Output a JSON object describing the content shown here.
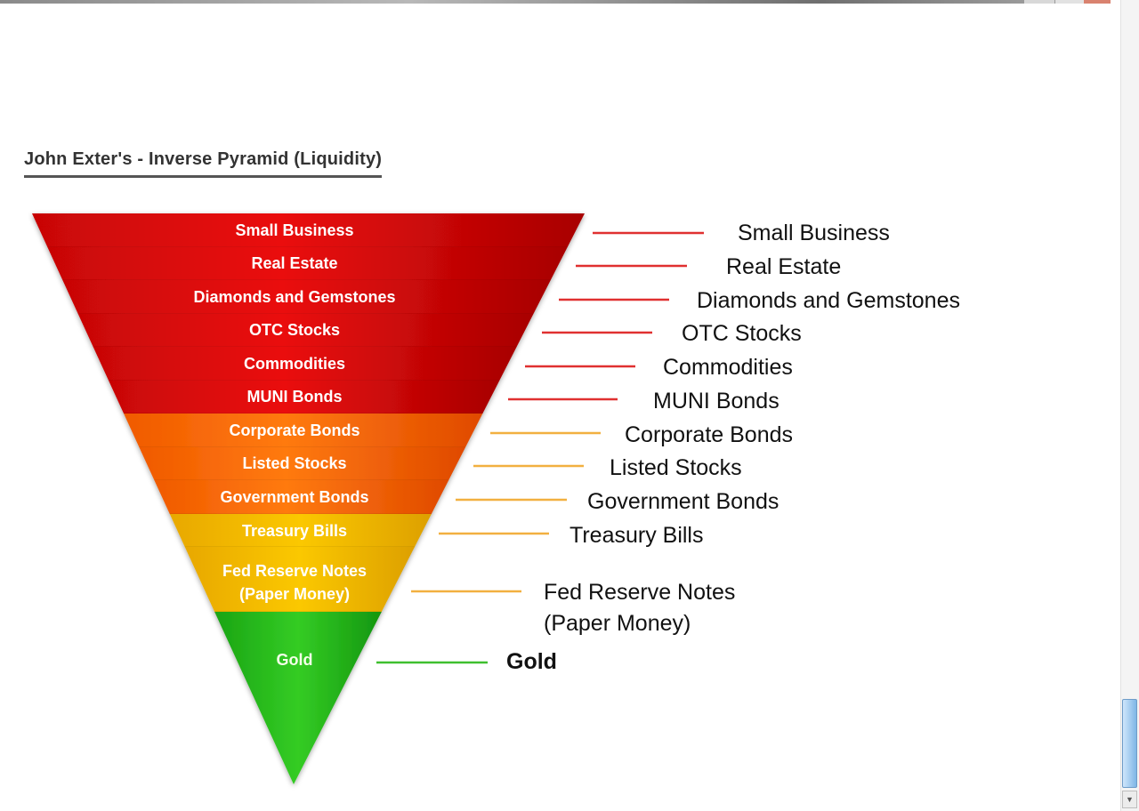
{
  "title": "John Exter's - Inverse Pyramid (Liquidity)",
  "colors": {
    "red_band": "#d40808",
    "orange_band": "#ff6a00",
    "yellow_band": "#f0b800",
    "green_band": "#22b41a",
    "red_line": "#e03030",
    "orange_line": "#f2b040",
    "green_line": "#3fbf2f"
  },
  "layers": [
    {
      "label": "Small Business",
      "side_label": [
        "Small Business"
      ],
      "group": "red"
    },
    {
      "label": "Real Estate",
      "side_label": [
        "Real Estate"
      ],
      "group": "red"
    },
    {
      "label": "Diamonds and Gemstones",
      "side_label": [
        "Diamonds and Gemstones"
      ],
      "group": "red"
    },
    {
      "label": "OTC Stocks",
      "side_label": [
        "OTC Stocks"
      ],
      "group": "red"
    },
    {
      "label": "Commodities",
      "side_label": [
        "Commodities"
      ],
      "group": "red"
    },
    {
      "label": "MUNI Bonds",
      "side_label": [
        "MUNI Bonds"
      ],
      "group": "red"
    },
    {
      "label": "Corporate Bonds",
      "side_label": [
        "Corporate Bonds"
      ],
      "group": "orange"
    },
    {
      "label": "Listed Stocks",
      "side_label": [
        "Listed Stocks"
      ],
      "group": "orange"
    },
    {
      "label": "Government Bonds",
      "side_label": [
        "Government Bonds"
      ],
      "group": "orange"
    },
    {
      "label": "Treasury Bills",
      "side_label": [
        "Treasury Bills"
      ],
      "group": "yellow"
    },
    {
      "label": "Fed Reserve Notes\n(Paper Money)",
      "side_label": [
        "Fed Reserve Notes",
        "(Paper Money)"
      ],
      "group": "yellow"
    },
    {
      "label": "Gold",
      "side_label": [
        "Gold"
      ],
      "group": "green"
    }
  ]
}
